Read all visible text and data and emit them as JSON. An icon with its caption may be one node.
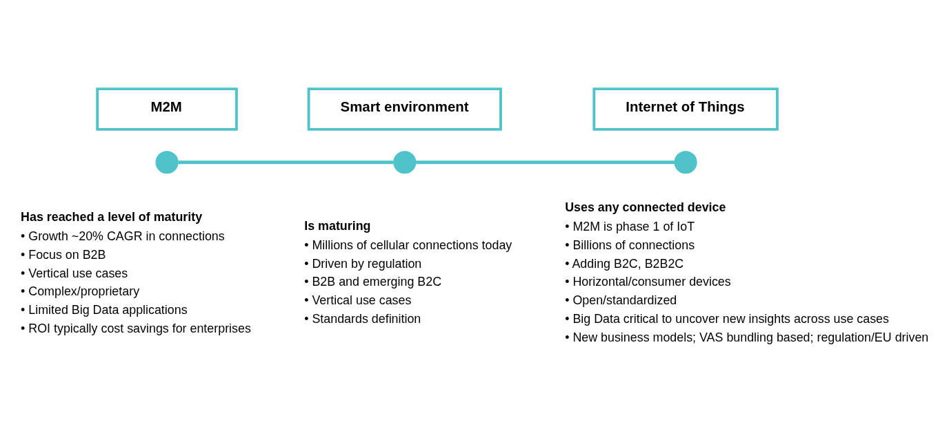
{
  "diagram": {
    "nodes": [
      {
        "text": [
          "M2M"
        ]
      },
      {
        "text": [
          "Smart environment"
        ]
      },
      {
        "text": [
          "Internet of Things"
        ]
      },
      {
        "text": [],
        "shape": "circle",
        "beside": [
          "Has reached a level of maturity",
          "• Growth ~20% CAGR in connections",
          "• Focus on B2B",
          "• Vertical use cases",
          "• Complex/proprietary",
          "• Limited Big Data applications",
          "• ROI typically cost savings for enterprises"
        ]
      },
      {
        "text": [],
        "shape": "circle",
        "beside": [
          "Is maturing",
          "• Millions of cellular connections today",
          "• Driven by regulation",
          "• B2B and emerging B2C",
          "• Vertical use cases",
          "• Standards definition"
        ]
      },
      {
        "text": [],
        "shape": "circle",
        "beside": [
          "Uses any connected device",
          "• M2M is phase 1 of IoT",
          "• Billions of connections",
          "• Adding B2C, B2B2C",
          "• Horizontal/consumer devices",
          "• Open/standardized",
          "• Big Data critical to uncover new insights across use cases",
          "• New business models; VAS bundling based; regulation/EU driven"
        ]
      }
    ],
    "edges": [
      {
        "from": 3,
        "to": 4,
        "arrow": "none"
      },
      {
        "from": 4,
        "to": 5,
        "arrow": "none"
      }
    ]
  }
}
